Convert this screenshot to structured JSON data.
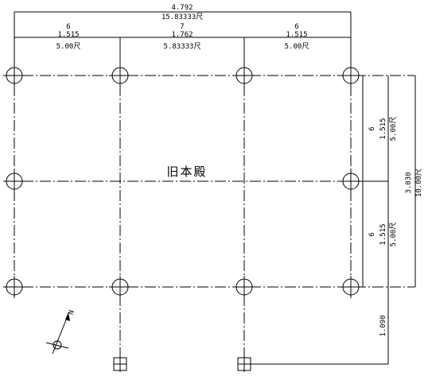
{
  "drawing": {
    "building_label": "旧本殿",
    "north_label": "N"
  },
  "top_dims": {
    "overall_m": "4.792",
    "overall_shaku": "15.83333尺",
    "bays": [
      {
        "count": "6",
        "m": "1.515",
        "shaku": "5.00尺"
      },
      {
        "count": "7",
        "m": "1.762",
        "shaku": "5.83333尺"
      },
      {
        "count": "6",
        "m": "1.515",
        "shaku": "5.00尺"
      }
    ]
  },
  "right_dims": {
    "bays": [
      {
        "count": "6",
        "m": "1.515",
        "shaku": "5.00尺"
      },
      {
        "count": "6",
        "m": "1.515",
        "shaku": "5.00尺"
      }
    ],
    "overall_m": "3.030",
    "overall_shaku": "10.00尺",
    "extension_m": "1.090"
  }
}
